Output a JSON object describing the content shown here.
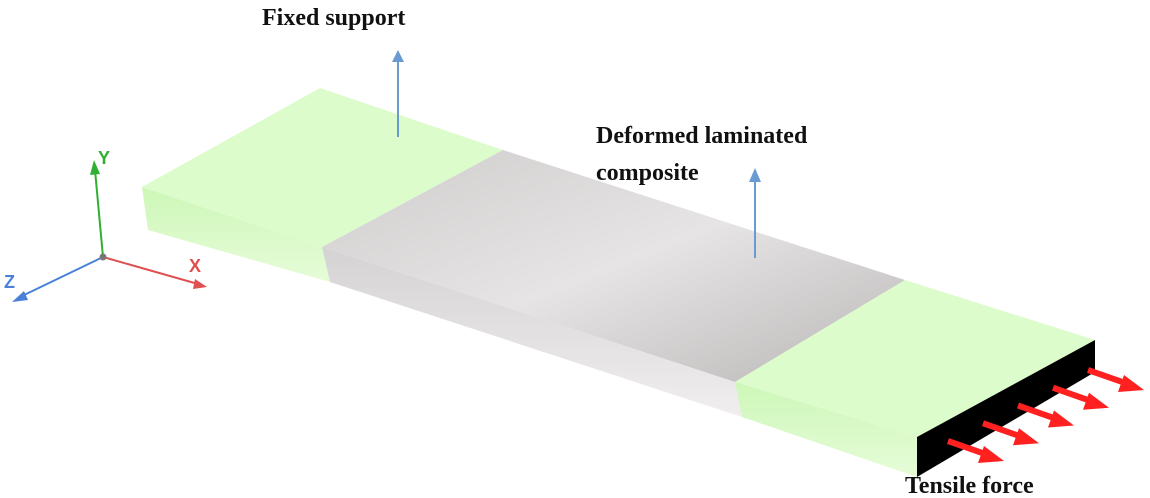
{
  "labels": {
    "fixed_support": "Fixed support",
    "deformed_line1": "Deformed laminated",
    "deformed_line2": "composite",
    "tensile_force": "Tensile force"
  },
  "axes": {
    "x": "X",
    "y": "Y",
    "z": "Z"
  },
  "colors": {
    "grip": "#dcfccb",
    "gauge": "#d9d6d6",
    "end_face": "#000000",
    "force_arrow": "#ff2020",
    "pointer_arrow": "#6a9bd0",
    "x_axis": "#e05050",
    "y_axis": "#30b030",
    "z_axis": "#4a80d8"
  },
  "force_arrow_count": 5
}
